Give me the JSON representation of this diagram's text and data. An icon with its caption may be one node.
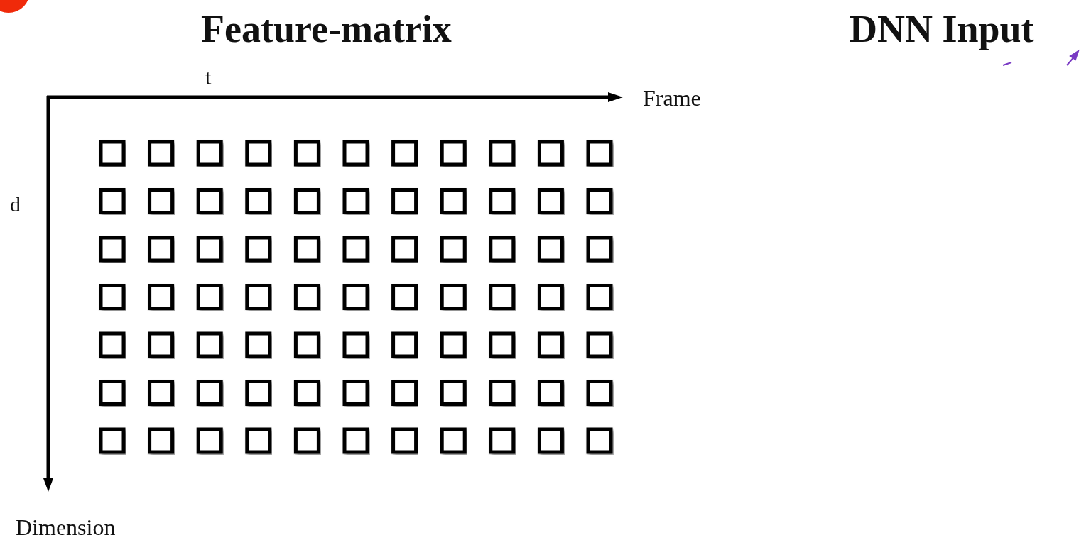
{
  "diagram": {
    "labels": [
      "Feature-matrix",
      "DNN Input",
      "t",
      "Frame",
      "d",
      "Dimension"
    ]
  }
}
